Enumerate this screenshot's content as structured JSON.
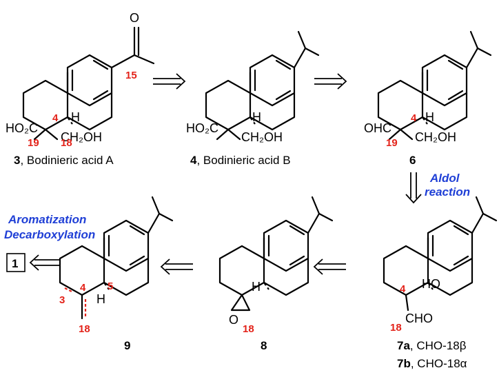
{
  "compounds": [
    {
      "id": "3",
      "name": "Bodinieric acid A",
      "substituent": "O",
      "groups": [
        "HO2C",
        "CH2OH"
      ],
      "locants": [
        "15",
        "4",
        "19",
        "18"
      ]
    },
    {
      "id": "4",
      "name": "Bodinieric acid B",
      "groups": [
        "HO2C",
        "CH2OH"
      ]
    },
    {
      "id": "6",
      "groups": [
        "OHC",
        "CH2OH"
      ],
      "locants": [
        "4",
        "19"
      ]
    },
    {
      "id": "7a",
      "label": "CHO-18β"
    },
    {
      "id": "7b",
      "label": "CHO-18α"
    },
    {
      "id": "7",
      "groups": [
        "CHO",
        "HO"
      ],
      "locants": [
        "4",
        "18"
      ]
    },
    {
      "id": "8",
      "groups": [
        "O"
      ],
      "locants": [
        "18"
      ]
    },
    {
      "id": "9",
      "locants": [
        "3",
        "4",
        "5",
        "18"
      ]
    }
  ],
  "target": {
    "label": "1"
  },
  "reactions": {
    "aldol_line1": "Aldol",
    "aldol_line2": "reaction",
    "arom_line1": "Aromatization",
    "arom_line2": "Decarboxylation"
  },
  "atoms": {
    "H": "H",
    "HO2C": "HO₂C",
    "CH2OH": "CH₂OH",
    "OHC": "OHC",
    "CHO": "CHO",
    "HO": "HO",
    "O": "O"
  },
  "colors": {
    "locant": "#e32219",
    "reaction_text": "#1f3fd6"
  }
}
